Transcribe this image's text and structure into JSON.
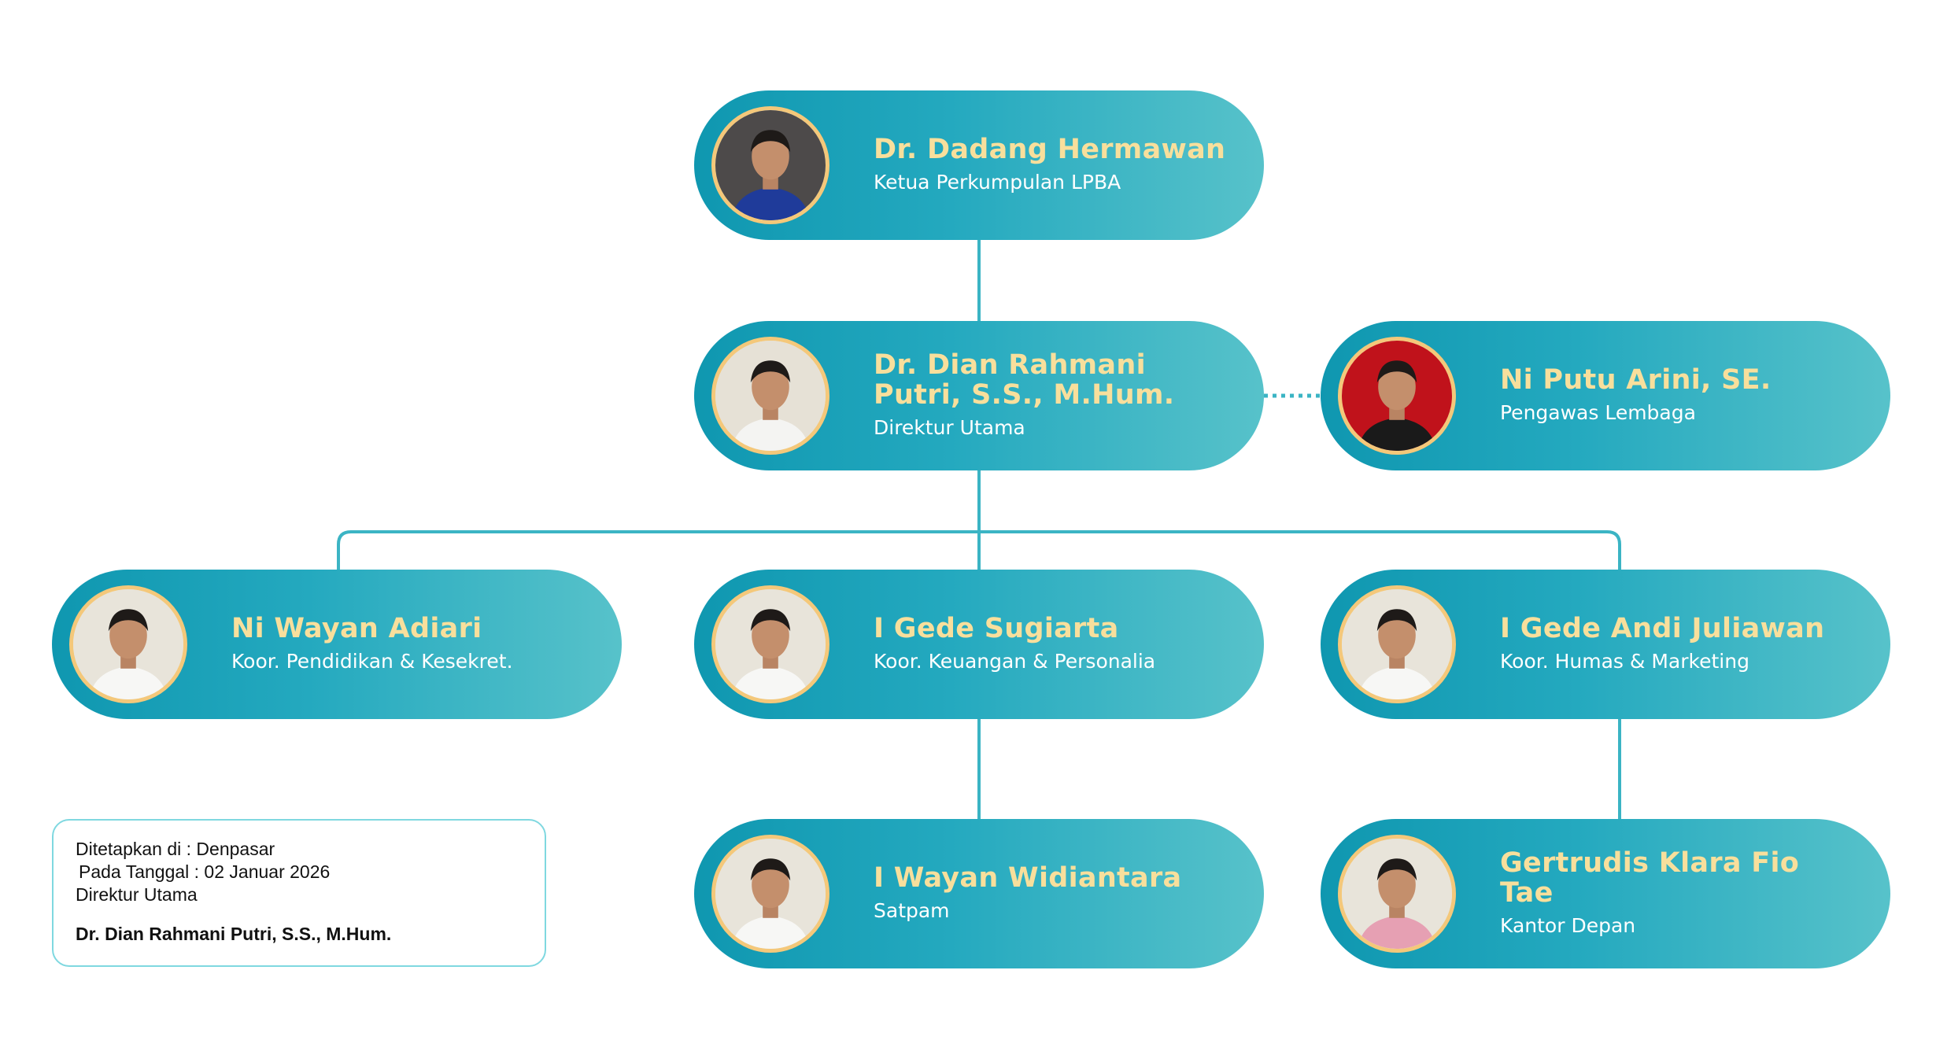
{
  "members": [
    {
      "id": "ketua",
      "name": "Dr. Dadang Hermawan",
      "role": "Ketua Perkumpulan LPBA",
      "avatar_icon": "person-photo-icon",
      "avatar_bg": "#4d4a4a",
      "shirt": "#1f3b9a"
    },
    {
      "id": "direktur",
      "name": "Dr. Dian Rahmani Putri, S.S., M.Hum.",
      "role": "Direktur Utama",
      "avatar_icon": "person-photo-icon",
      "avatar_bg": "#e6e1d6",
      "shirt": "#f4f4f2"
    },
    {
      "id": "pengawas",
      "name": "Ni Putu Arini, SE.",
      "role": "Pengawas Lembaga",
      "avatar_icon": "person-photo-icon",
      "avatar_bg": "#c0121b",
      "shirt": "#1a1a1a"
    },
    {
      "id": "pendidikan",
      "name": "Ni Wayan Adiari",
      "role": "Koor. Pendidikan & Kesekret.",
      "avatar_icon": "person-photo-icon",
      "avatar_bg": "#e8e4da",
      "shirt": "#f7f7f5"
    },
    {
      "id": "keuangan",
      "name": "I Gede Sugiarta",
      "role": "Koor. Keuangan & Personalia",
      "avatar_icon": "person-photo-icon",
      "avatar_bg": "#e8e4da",
      "shirt": "#f7f7f5"
    },
    {
      "id": "humas",
      "name": "I Gede Andi Juliawan",
      "role": "Koor. Humas & Marketing",
      "avatar_icon": "person-photo-icon",
      "avatar_bg": "#e8e4da",
      "shirt": "#f7f7f5"
    },
    {
      "id": "satpam",
      "name": "I Wayan Widiantara",
      "role": "Satpam",
      "avatar_icon": "person-photo-icon",
      "avatar_bg": "#e8e4da",
      "shirt": "#f7f7f5"
    },
    {
      "id": "kantor",
      "name": "Gertrudis Klara Fio Tae",
      "role": "Kantor Depan",
      "avatar_icon": "person-photo-icon",
      "avatar_bg": "#e8e4da",
      "shirt": "#e6a0b3"
    }
  ],
  "note": {
    "place": "Ditetapkan di : Denpasar",
    "date": "Pada Tanggal : 02 Januar 2026",
    "position": "Direktur Utama",
    "signatory": "Dr. Dian Rahmani Putri, S.S., M.Hum."
  },
  "colors": {
    "card_start": "#0f97b0",
    "card_end": "#57c2ca",
    "name_text": "#f8df9c",
    "connector": "#3bb4c4",
    "avatar_ring": "#f4c87a"
  }
}
